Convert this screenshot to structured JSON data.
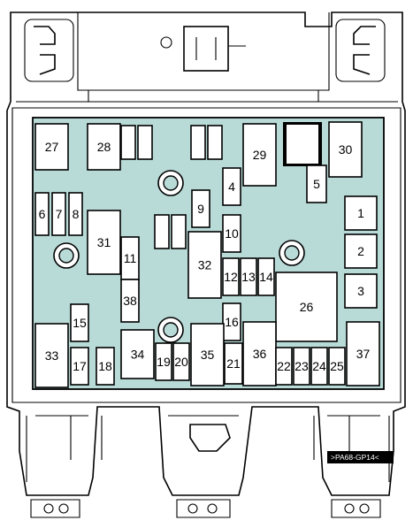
{
  "diagram": {
    "panel_color": "#b9dbd8",
    "code_label": ">PA68-GP14<",
    "fuses": [
      {
        "id": "f27",
        "label": "27"
      },
      {
        "id": "f28",
        "label": "28"
      },
      {
        "id": "f29",
        "label": "29"
      },
      {
        "id": "f30",
        "label": "30"
      },
      {
        "id": "f4",
        "label": "4"
      },
      {
        "id": "f5",
        "label": "5"
      },
      {
        "id": "f6",
        "label": "6"
      },
      {
        "id": "f7",
        "label": "7"
      },
      {
        "id": "f8",
        "label": "8"
      },
      {
        "id": "f9",
        "label": "9"
      },
      {
        "id": "f1",
        "label": "1"
      },
      {
        "id": "f2",
        "label": "2"
      },
      {
        "id": "f3",
        "label": "3"
      },
      {
        "id": "f31",
        "label": "31"
      },
      {
        "id": "f11",
        "label": "11"
      },
      {
        "id": "f10",
        "label": "10"
      },
      {
        "id": "f32",
        "label": "32"
      },
      {
        "id": "f12",
        "label": "12"
      },
      {
        "id": "f13",
        "label": "13"
      },
      {
        "id": "f14",
        "label": "14"
      },
      {
        "id": "f26",
        "label": "26"
      },
      {
        "id": "f38",
        "label": "38"
      },
      {
        "id": "f15",
        "label": "15"
      },
      {
        "id": "f16",
        "label": "16"
      },
      {
        "id": "f33",
        "label": "33"
      },
      {
        "id": "f17",
        "label": "17"
      },
      {
        "id": "f18",
        "label": "18"
      },
      {
        "id": "f34",
        "label": "34"
      },
      {
        "id": "f19",
        "label": "19"
      },
      {
        "id": "f20",
        "label": "20"
      },
      {
        "id": "f35",
        "label": "35"
      },
      {
        "id": "f21",
        "label": "21"
      },
      {
        "id": "f36",
        "label": "36"
      },
      {
        "id": "f22",
        "label": "22"
      },
      {
        "id": "f23",
        "label": "23"
      },
      {
        "id": "f24",
        "label": "24"
      },
      {
        "id": "f25",
        "label": "25"
      },
      {
        "id": "f37",
        "label": "37"
      }
    ]
  }
}
